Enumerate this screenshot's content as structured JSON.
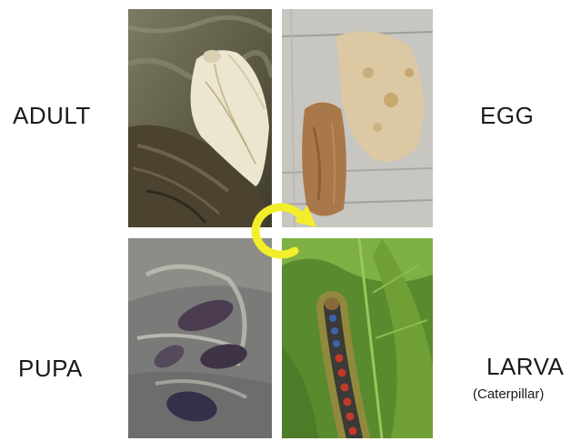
{
  "stages": {
    "adult": "ADULT",
    "egg": "EGG",
    "pupa": "PUPA",
    "larva": "LARVA",
    "larva_note": "(Caterpillar)"
  },
  "colors": {
    "cycle_arrow": "#f2ee2a",
    "label_text": "#1a1a1a"
  },
  "icons": {
    "cycle": "clockwise-cycle-arrow"
  }
}
